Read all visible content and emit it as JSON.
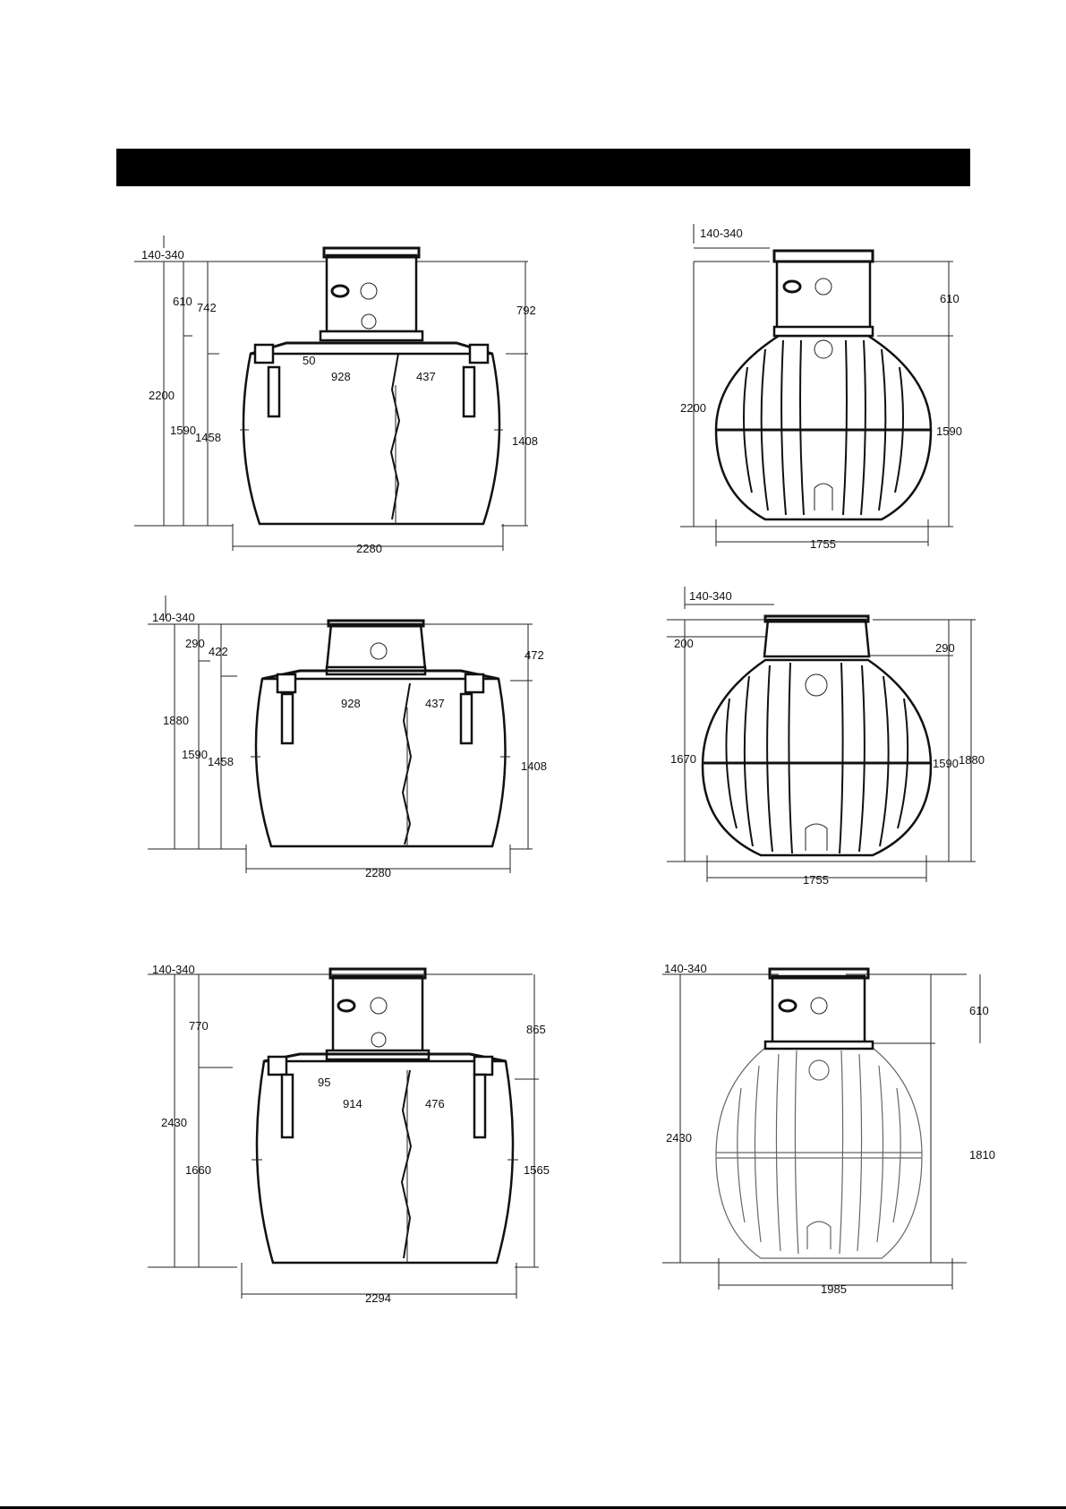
{
  "header": {
    "bar_color": "#000000"
  },
  "drawings": [
    {
      "dims": [
        "140-340",
        "610",
        "742",
        "792",
        "50",
        "928",
        "437",
        "2200",
        "1590",
        "1458",
        "1408",
        "2280"
      ]
    },
    {
      "dims": [
        "140-340",
        "610",
        "2200",
        "1590",
        "1755"
      ]
    },
    {
      "dims": [
        "140-340",
        "290",
        "422",
        "472",
        "928",
        "437",
        "1880",
        "1590",
        "1458",
        "1408",
        "2280"
      ]
    },
    {
      "dims": [
        "140-340",
        "200",
        "290",
        "1670",
        "1590",
        "1880",
        "1755"
      ]
    },
    {
      "dims": [
        "140-340",
        "770",
        "865",
        "95",
        "914",
        "476",
        "2430",
        "1660",
        "1565",
        "2294"
      ]
    },
    {
      "dims": [
        "140-340",
        "610",
        "2430",
        "1810",
        "1985"
      ]
    }
  ]
}
